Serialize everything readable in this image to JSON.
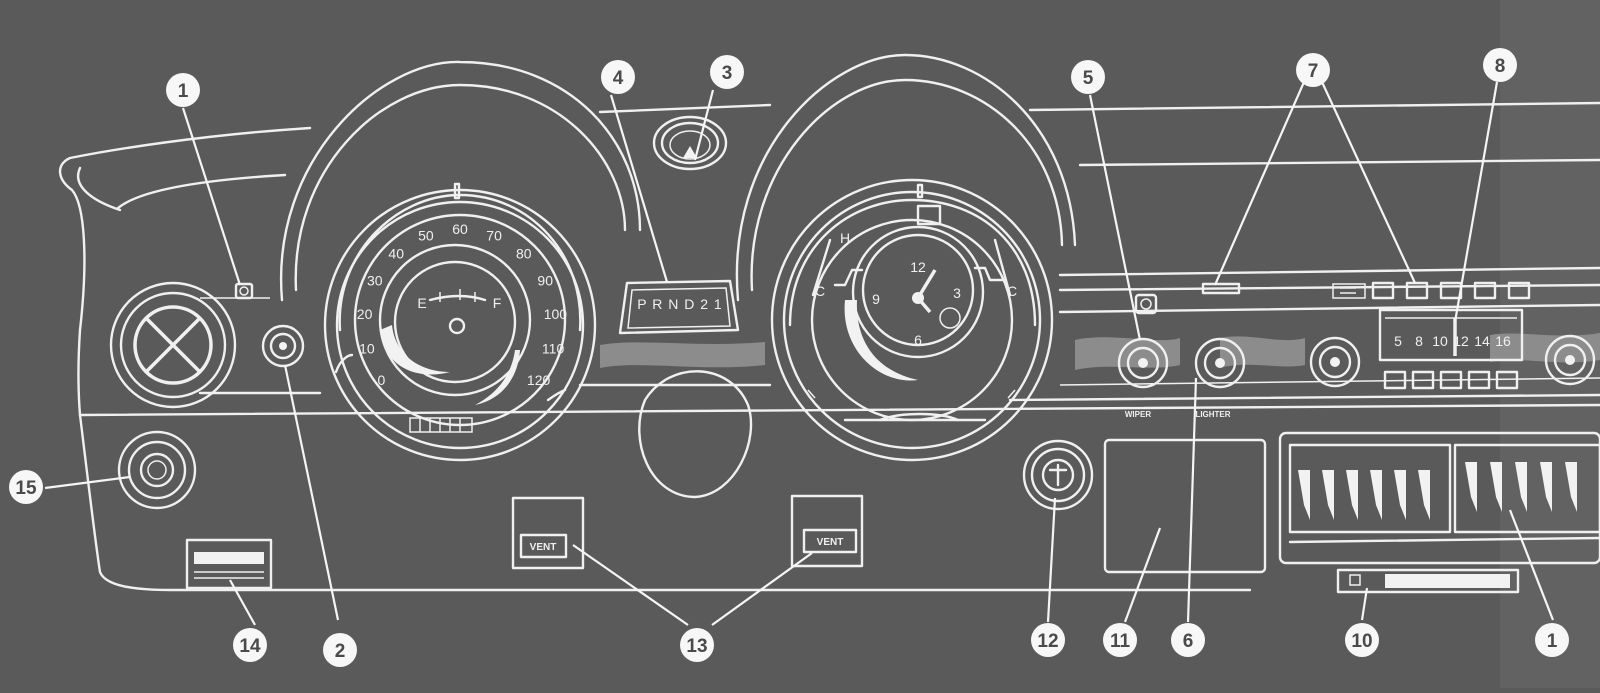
{
  "diagram": {
    "callouts": [
      {
        "id": "c1a",
        "label": "1"
      },
      {
        "id": "c2",
        "label": "2"
      },
      {
        "id": "c3",
        "label": "3"
      },
      {
        "id": "c4",
        "label": "4"
      },
      {
        "id": "c5",
        "label": "5"
      },
      {
        "id": "c6",
        "label": "6"
      },
      {
        "id": "c7",
        "label": "7"
      },
      {
        "id": "c8",
        "label": "8"
      },
      {
        "id": "c10",
        "label": "10"
      },
      {
        "id": "c1b",
        "label": "1"
      },
      {
        "id": "c11",
        "label": "11"
      },
      {
        "id": "c12",
        "label": "12"
      },
      {
        "id": "c13",
        "label": "13"
      },
      {
        "id": "c14",
        "label": "14"
      },
      {
        "id": "c15",
        "label": "15"
      }
    ],
    "speedometer": {
      "numerals": [
        "0",
        "10",
        "20",
        "30",
        "40",
        "50",
        "60",
        "70",
        "80",
        "90",
        "100",
        "110",
        "120"
      ],
      "fuel_empty": "E",
      "fuel_full": "F"
    },
    "gear_selector": "P R N D 2 1",
    "temp_gauge": {
      "hot": "H",
      "cold": "C",
      "cold_right": "C"
    },
    "clock": {
      "n12": "12",
      "n3": "3",
      "n6": "6",
      "n9": "9"
    },
    "radio_dial": [
      "5",
      "8",
      "10",
      "12",
      "14",
      "16"
    ],
    "knob_labels": {
      "wiper": "WIPER",
      "lighter": "LIGHTER"
    },
    "vent_labels": {
      "left": "VENT",
      "right": "VENT"
    }
  }
}
